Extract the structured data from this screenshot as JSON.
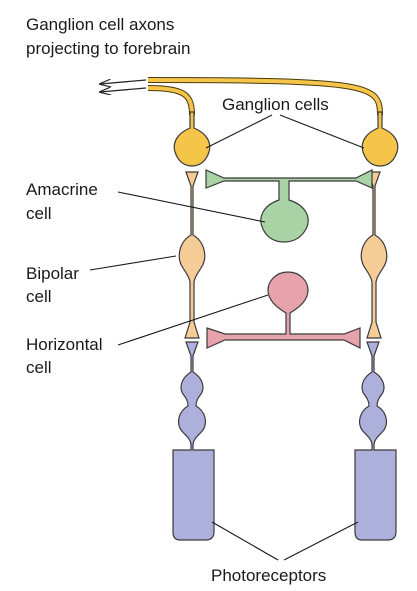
{
  "labels": {
    "axons_line1": "Ganglion cell axons",
    "axons_line2": "projecting to forebrain",
    "ganglion": "Ganglion cells",
    "amacrine_line1": "Amacrine",
    "amacrine_line2": "cell",
    "bipolar_line1": "Bipolar",
    "bipolar_line2": "cell",
    "horizontal_line1": "Horizontal",
    "horizontal_line2": "cell",
    "photoreceptors": "Photoreceptors"
  },
  "colors": {
    "ganglion": "#f5c54a",
    "amacrine": "#a9d3a5",
    "bipolar": "#f6cc96",
    "horizontal": "#e7a3ab",
    "photoreceptor": "#aeb0dc",
    "outline": "#3a3a3a"
  }
}
